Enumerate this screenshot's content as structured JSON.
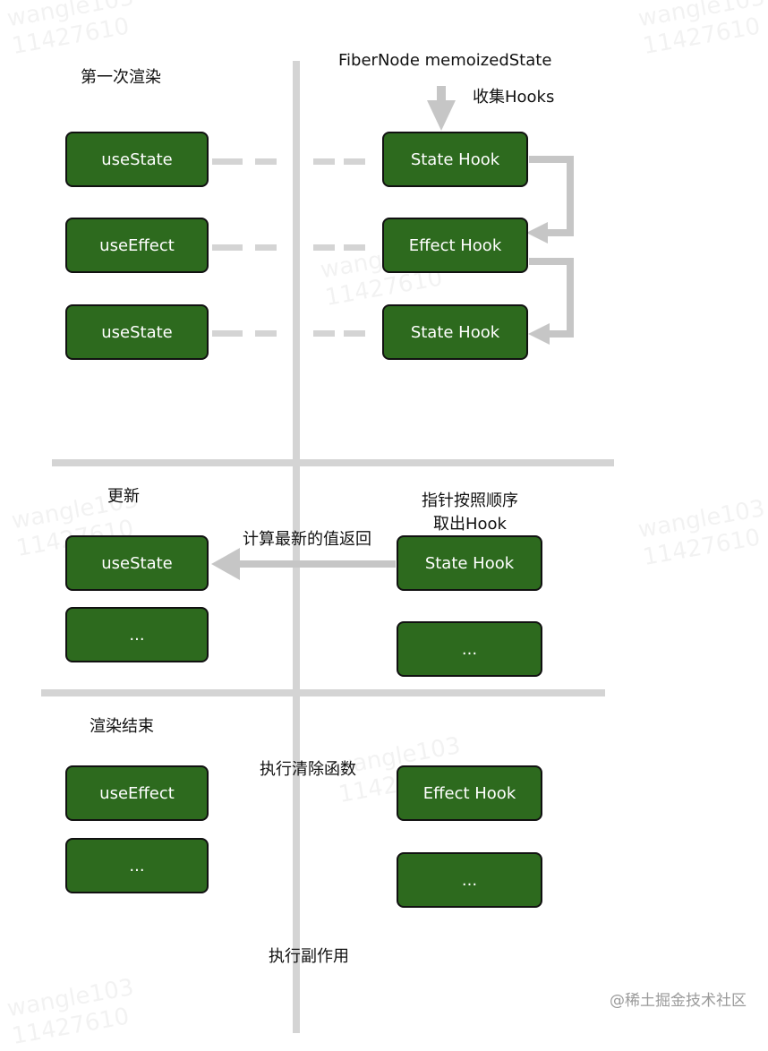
{
  "sections": {
    "first_render": {
      "title": "第一次渲染"
    },
    "update": {
      "title": "更新"
    },
    "render_end": {
      "title": "渲染结束"
    }
  },
  "fibernode_label": "FiberNode memoizedState",
  "collect_hooks_label": "收集Hooks",
  "first_render": {
    "left_boxes": [
      "useState",
      "useEffect",
      "useState"
    ],
    "right_boxes": [
      "State Hook",
      "Effect Hook",
      "State Hook"
    ]
  },
  "update": {
    "pointer_label_line1": "指针按照顺序",
    "pointer_label_line2": "取出Hook",
    "compute_label": "计算最新的值返回",
    "left_boxes": [
      "useState",
      "..."
    ],
    "right_boxes": [
      "State Hook",
      "..."
    ]
  },
  "render_end": {
    "cleanup_label": "执行清除函数",
    "side_effect_label": "执行副作用",
    "left_boxes": [
      "useEffect",
      "..."
    ],
    "right_boxes": [
      "Effect Hook",
      "..."
    ]
  },
  "footer": "@稀土掘金技术社区",
  "colors": {
    "box_fill": "#2d6a1e",
    "box_border": "#111111",
    "line_gray": "#d4d4d4",
    "arrow_gray": "#c6c6c6"
  }
}
